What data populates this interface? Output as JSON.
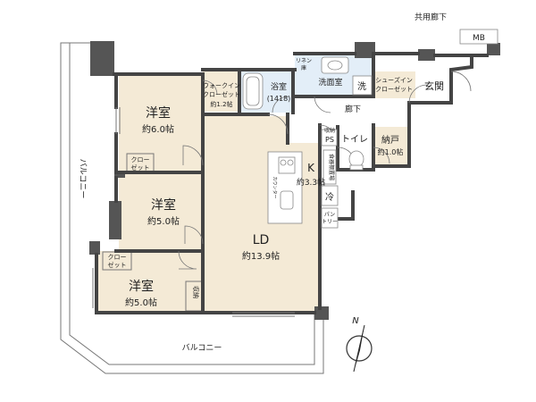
{
  "rooms": {
    "western1": {
      "name": "洋室",
      "size": "約6.0帖"
    },
    "western2": {
      "name": "洋室",
      "size": "約5.0帖"
    },
    "western3": {
      "name": "洋室",
      "size": "約5.0帖"
    },
    "ld": {
      "name": "LD",
      "size": "約13.9帖"
    },
    "kitchen": {
      "name": "K",
      "size": "約3.3帖"
    },
    "bath": {
      "name": "浴室",
      "size": "(1418)"
    },
    "washroom": {
      "name": "洗面室"
    },
    "toilet": {
      "name": "トイレ"
    },
    "storage": {
      "name": "納戸",
      "size": "約1.0帖"
    },
    "entrance": {
      "name": "玄関"
    },
    "wic": {
      "line1": "ウォークイン",
      "line2": "クローゼット",
      "size": "約1.2帖"
    },
    "sic": {
      "line1": "シューズイン",
      "line2": "クローゼット"
    }
  },
  "labels": {
    "closet1_a": "クロー",
    "closet1_b": "ゼット",
    "closet2_a": "クロー",
    "closet2_b": "ゼット",
    "shuno": "収納",
    "shuno_small": "収納",
    "linen_a": "リネン",
    "linen_b": "庫",
    "wash": "洗",
    "ps": "PS",
    "fridge": "冷",
    "pantry_a": "パン",
    "pantry_b": "トリー",
    "counter": "カウンター",
    "dishwasher": "食器棚置場",
    "hallway": "廊下",
    "shared_hallway": "共用廊下",
    "mb": "MB",
    "balcony_left": "バルコニー",
    "balcony_bottom": "バルコニー",
    "north": "N"
  }
}
